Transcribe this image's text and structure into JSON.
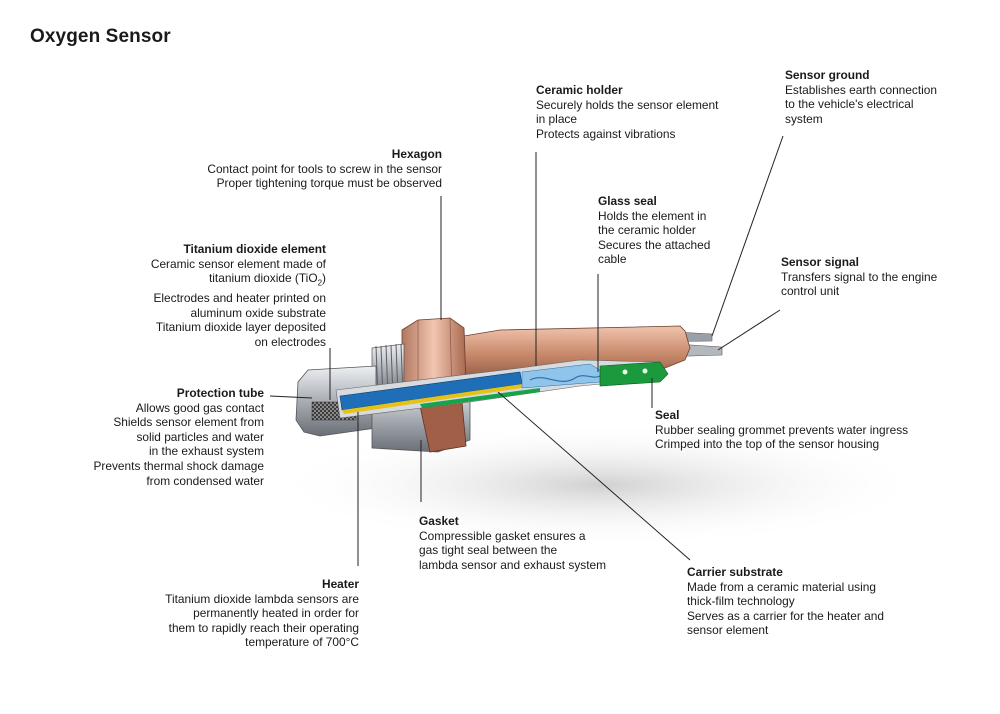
{
  "title": "Oxygen Sensor",
  "colors": {
    "copper": "#c98a6c",
    "steel": "#a9aeb4",
    "ceramic_blue": "#1f6fb8",
    "seal_green": "#16a34a",
    "substrate_yellow": "#e4c21a",
    "leader_line": "#222222"
  },
  "labels": {
    "hexagon": {
      "title": "Hexagon",
      "lines": [
        "Contact point for tools to screw in the sensor",
        "Proper tightening torque must be observed"
      ]
    },
    "ceramic_holder": {
      "title": "Ceramic holder",
      "lines": [
        "Securely holds the sensor element",
        "in place",
        "Protects against vibrations"
      ]
    },
    "sensor_ground": {
      "title": "Sensor ground",
      "lines": [
        "Establishes earth connection",
        "to the vehicle's electrical",
        "system"
      ]
    },
    "glass_seal": {
      "title": "Glass seal",
      "lines": [
        "Holds the element in",
        "the ceramic holder",
        "Secures the attached",
        "cable"
      ]
    },
    "sensor_signal": {
      "title": "Sensor signal",
      "lines": [
        "Transfers signal to the engine",
        "control unit"
      ]
    },
    "titanium_element": {
      "title": "Titanium dioxide element",
      "line_1": "Ceramic sensor element made of",
      "line_2_pre": "titanium dioxide (TiO",
      "line_2_sub": "2",
      "line_2_post": ")",
      "lines_rest": [
        "Electrodes and heater printed on",
        "aluminum oxide substrate",
        "Titanium dioxide layer deposited",
        "on electrodes"
      ]
    },
    "protection_tube": {
      "title": "Protection tube",
      "lines": [
        "Allows good gas contact",
        "Shields sensor element from",
        "solid particles and water",
        "in the exhaust system",
        "Prevents thermal shock damage",
        "from condensed water"
      ]
    },
    "seal": {
      "title": "Seal",
      "lines": [
        "Rubber sealing grommet prevents water ingress",
        "Crimped into the top of the sensor housing"
      ]
    },
    "gasket": {
      "title": "Gasket",
      "lines": [
        "Compressible gasket ensures a",
        "gas tight seal between the",
        "lambda sensor and exhaust system"
      ]
    },
    "carrier_substrate": {
      "title": "Carrier substrate",
      "lines": [
        "Made from a ceramic material using",
        "thick-film technology",
        "Serves as a carrier for the heater and",
        "sensor element"
      ]
    },
    "heater": {
      "title": "Heater",
      "lines": [
        "Titanium dioxide lambda sensors are",
        "permanently heated in order for",
        "them to rapidly reach their operating",
        "temperature of 700°C"
      ]
    }
  }
}
